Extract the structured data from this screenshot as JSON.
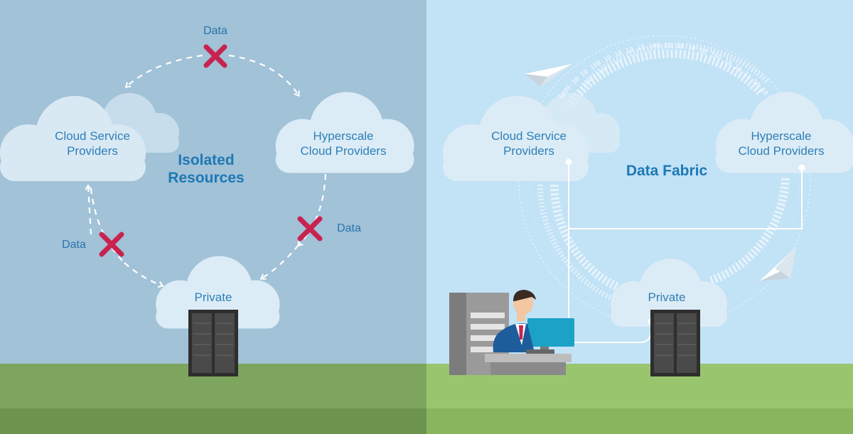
{
  "left_panel": {
    "title_line1": "Isolated",
    "title_line2": "Resources",
    "cloud_service_line1": "Cloud Service",
    "cloud_service_line2": "Providers",
    "hyperscale_line1": "Hyperscale",
    "hyperscale_line2": "Cloud Providers",
    "private": "Private",
    "data_top": "Data",
    "data_left": "Data",
    "data_right": "Data"
  },
  "right_panel": {
    "title": "Data Fabric",
    "cloud_service_line1": "Cloud Service",
    "cloud_service_line2": "Providers",
    "hyperscale_line1": "Hyperscale",
    "hyperscale_line2": "Cloud Providers",
    "private": "Private",
    "binary_text": "1000 10 10 100 10 10 10 10 100 10 10 10 10 100 10 10 11 10 10 10 100 10 10 10 1000 10 10 100 10 10"
  },
  "colors": {
    "left_sky": "#a1c2d7",
    "right_sky": "#c2e2f6",
    "left_grass": "#7ea55d",
    "right_grass": "#9ac56f",
    "cloud_fill": "#dcecf6",
    "cross": "#c8234f",
    "label_blue": "#2e7fb8"
  }
}
